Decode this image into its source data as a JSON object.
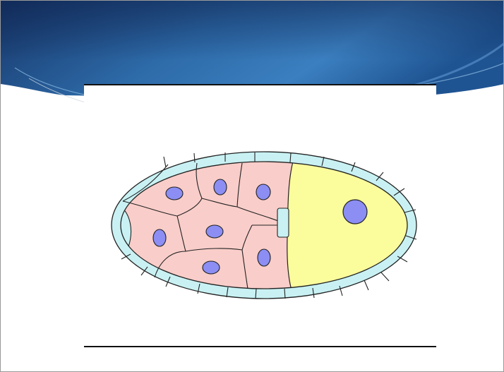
{
  "slide": {
    "theme_colors": {
      "banner_dark": "#16336a",
      "banner_mid": "#2a6aaa",
      "banner_light": "#4c8fc8",
      "accent_swoosh": "#7fb0dc"
    }
  },
  "diagram": {
    "subject": "egg-chamber",
    "colors": {
      "follicle_cells": "#c9f1f3",
      "nurse_cells": "#f9cdc9",
      "oocyte": "#fbfc9c",
      "nuclei": "#8c8ef4",
      "outline": "#222222"
    },
    "nurse_cell_count": 7,
    "oocyte_count": 1
  }
}
